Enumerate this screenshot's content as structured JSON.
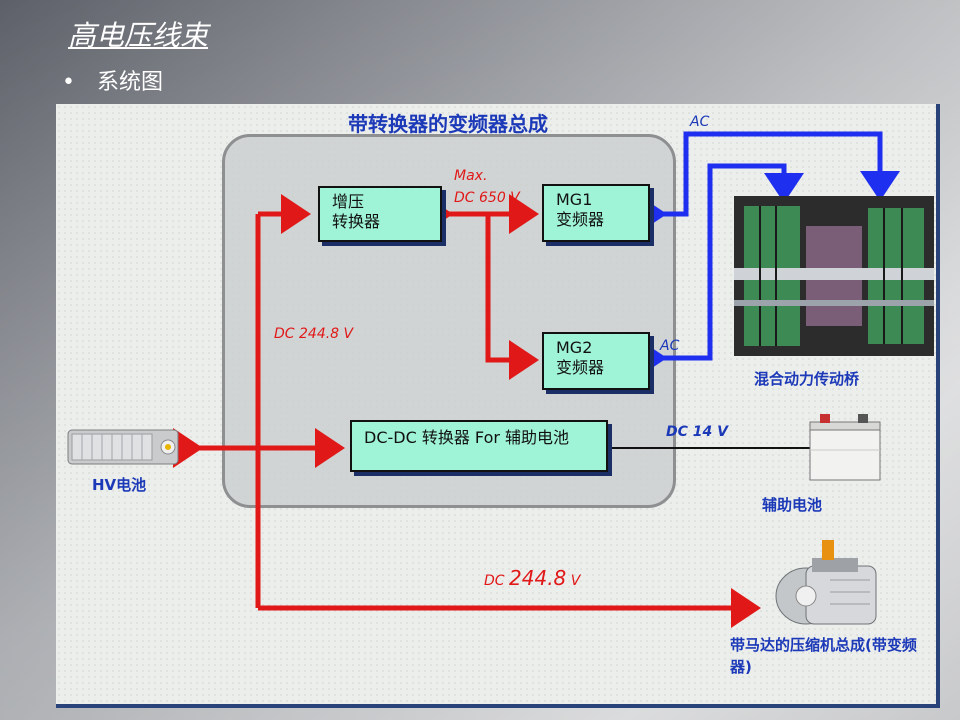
{
  "slide": {
    "title": "高电压线束",
    "bullet": "系统图"
  },
  "diagram": {
    "header": "带转换器的变频器总成",
    "boxes": {
      "boost": [
        "增压",
        "转换器"
      ],
      "mg1": [
        "MG1",
        "变频器"
      ],
      "mg2": [
        "MG2",
        "变频器"
      ],
      "dcdc": "DC-DC 转换器 For 辅助电池"
    },
    "labels": {
      "max_line1": "Max.",
      "max_line2": "DC 650 V",
      "dc_bus": "DC 244.8 V",
      "dc_compressor_prefix": "DC ",
      "dc_compressor_value": "244.8",
      "dc_compressor_unit": " V",
      "ac_top": "AC",
      "ac_mid": "AC",
      "dc14": "DC 14 V"
    },
    "components": {
      "hv_battery": "HV电池",
      "transaxle": "混合动力传动桥",
      "aux_battery": "辅助电池",
      "compressor": "带马达的压缩机总成(带变频器)"
    },
    "colors": {
      "dc_line": "#e11818",
      "ac_line": "#1e2ff0",
      "box_fill": "#9ff3d7",
      "heading": "#1c39b8"
    }
  }
}
